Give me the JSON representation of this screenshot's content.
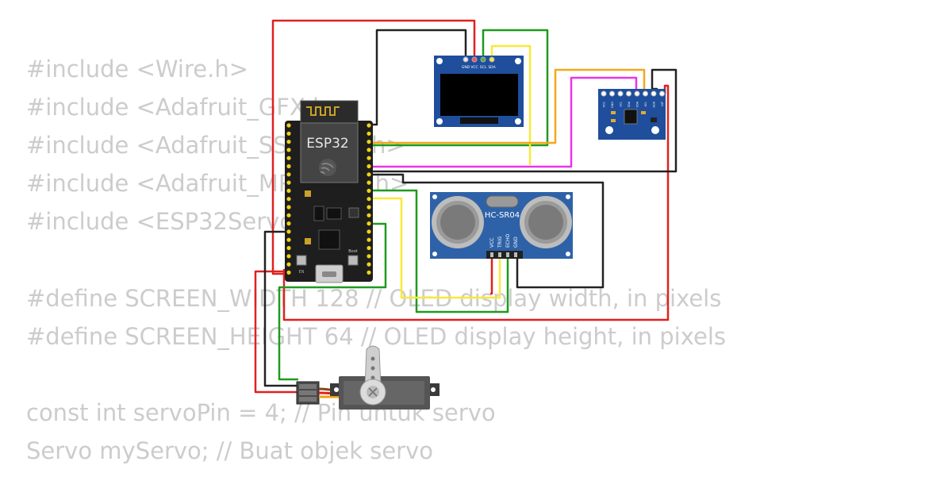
{
  "background_code": {
    "lines": [
      "#include <Wire.h>",
      "#include <Adafruit_GFX.h>",
      "#include <Adafruit_SSD1306.h>",
      "#include <Adafruit_MPU6050.h>",
      "#include <ESP32Servo.h>",
      "",
      "#define SCREEN_WIDTH 128 // OLED display width, in pixels",
      "#define SCREEN_HEIGHT 64 // OLED display height, in pixels",
      "",
      "const int servoPin = 4; // Pin untuk servo",
      "Servo myServo; // Buat objek servo"
    ],
    "color": "#cccccc"
  },
  "components": {
    "esp32": {
      "label": "ESP32",
      "boot_label": "Boot",
      "en_label": "EN"
    },
    "oled": {
      "pins": [
        "GND",
        "VCC",
        "SCL",
        "SDA"
      ]
    },
    "hcsr04": {
      "label": "HC-SR04",
      "pins": [
        "VCC",
        "TRIG",
        "ECHO",
        "GND"
      ]
    },
    "mpu6050": {
      "pins": [
        "VCC",
        "GND",
        "SCL",
        "SDA",
        "XDA",
        "XCL",
        "AD0",
        "INT"
      ]
    },
    "servo": {
      "icon": "servo-horn-icon"
    }
  },
  "wire_colors": {
    "red": "#e02020",
    "black": "#222222",
    "green": "#1f9a1f",
    "yellow": "#f7e93b",
    "orange": "#f3a81b",
    "magenta": "#e835e8"
  }
}
